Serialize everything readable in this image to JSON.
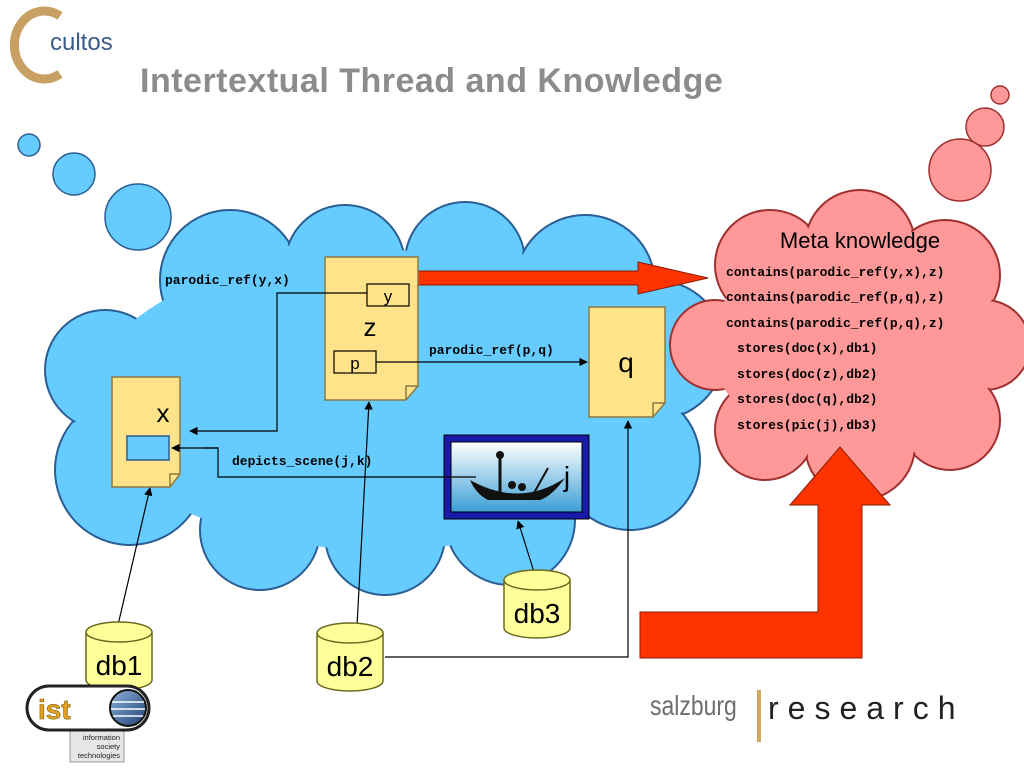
{
  "slide": {
    "title": "Intertextual Thread and Knowledge",
    "logo_top": "cultos",
    "logo_bottom_main": "ist",
    "logo_bottom_lines": [
      "information",
      "society",
      "technologies"
    ],
    "brand_left": "salzburg",
    "brand_right": "research"
  },
  "diagram": {
    "documents": {
      "x": "x",
      "z": "z",
      "q": "q",
      "y_box": "y",
      "p_box": "p",
      "picture": "j"
    },
    "relations": {
      "parodic_ref_yx": "parodic_ref(y,x)",
      "parodic_ref_pq": "parodic_ref(p,q)",
      "depicts_scene": "depicts_scene(j,k)"
    },
    "databases": [
      "db1",
      "db2",
      "db3"
    ],
    "meta": {
      "title": "Meta knowledge",
      "facts": [
        "contains(parodic_ref(y,x),z)",
        "contains(parodic_ref(p,q),z)",
        "contains(parodic_ref(p,q),z)",
        "stores(doc(x),db1)",
        "stores(doc(z),db2)",
        "stores(doc(q),db2)",
        "stores(pic(j),db3)"
      ]
    }
  },
  "colors": {
    "cloud_blue": "#66ccff",
    "cloud_pink": "#ff9999",
    "document": "#ffe38a",
    "db_yellow": "#ffff99",
    "arrow_red": "#ff3300",
    "title_gray": "#8c8c8c"
  }
}
